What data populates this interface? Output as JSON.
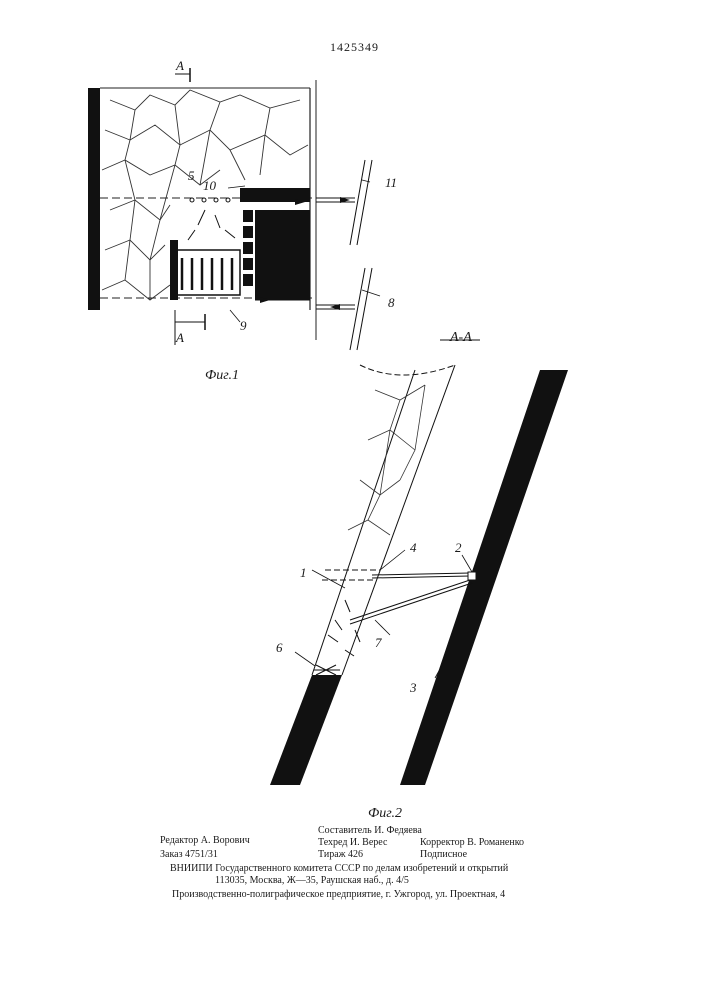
{
  "patent_number": "1425349",
  "fig1": {
    "caption": "Фиг.1",
    "section_marker_top": "A",
    "section_marker_bottom": "A",
    "callouts": [
      "5",
      "10",
      "11",
      "8",
      "9"
    ]
  },
  "fig2": {
    "caption": "Фиг.2",
    "section_title": "A-A",
    "callouts": [
      "2",
      "4",
      "1",
      "7",
      "6",
      "3"
    ]
  },
  "footer": {
    "line1_left": "Редактор А. Ворович",
    "line1_center": "Составитель И. Федяева",
    "line2_center": "Техред И. Верес",
    "line2_right": "Корректор В. Романенко",
    "line3_left": "Заказ 4751/31",
    "line3_center": "Тираж 426",
    "line3_right": "Подписное",
    "line4": "ВНИИПИ Государственного комитета СССР по делам изобретений и открытий",
    "line5": "113035, Москва, Ж—35, Раушская наб., д. 4/5",
    "line6": "Производственно-полиграфическое предприятие, г. Ужгород, ул. Проектная, 4"
  }
}
